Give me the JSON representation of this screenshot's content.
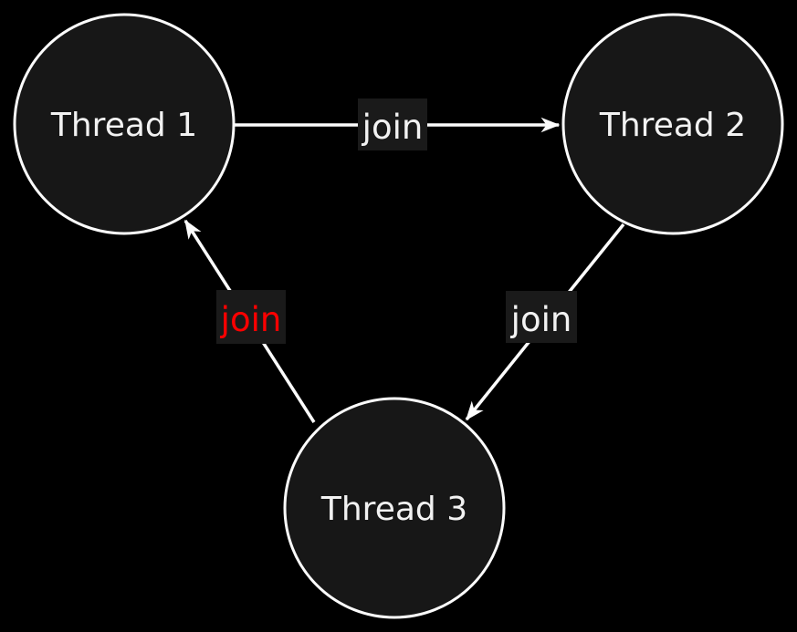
{
  "diagram": {
    "type": "directed-graph-cycle",
    "colors": {
      "background": "#000000",
      "node_fill": "#171717",
      "node_stroke": "#fcfcfc",
      "node_text": "#f2f2f2",
      "edge": "#fcfcfc",
      "label_bg": "#1a1a1a",
      "label_text": "#f2f2f2",
      "label_text_alert": "#ff0000"
    },
    "nodes": [
      {
        "id": "thread1",
        "label": "Thread 1"
      },
      {
        "id": "thread2",
        "label": "Thread 2"
      },
      {
        "id": "thread3",
        "label": "Thread 3"
      }
    ],
    "edges": [
      {
        "from": "thread1",
        "to": "thread2",
        "label": "join",
        "label_color": "#f2f2f2"
      },
      {
        "from": "thread2",
        "to": "thread3",
        "label": "join",
        "label_color": "#f2f2f2"
      },
      {
        "from": "thread3",
        "to": "thread1",
        "label": "join",
        "label_color": "#ff0000"
      }
    ]
  }
}
